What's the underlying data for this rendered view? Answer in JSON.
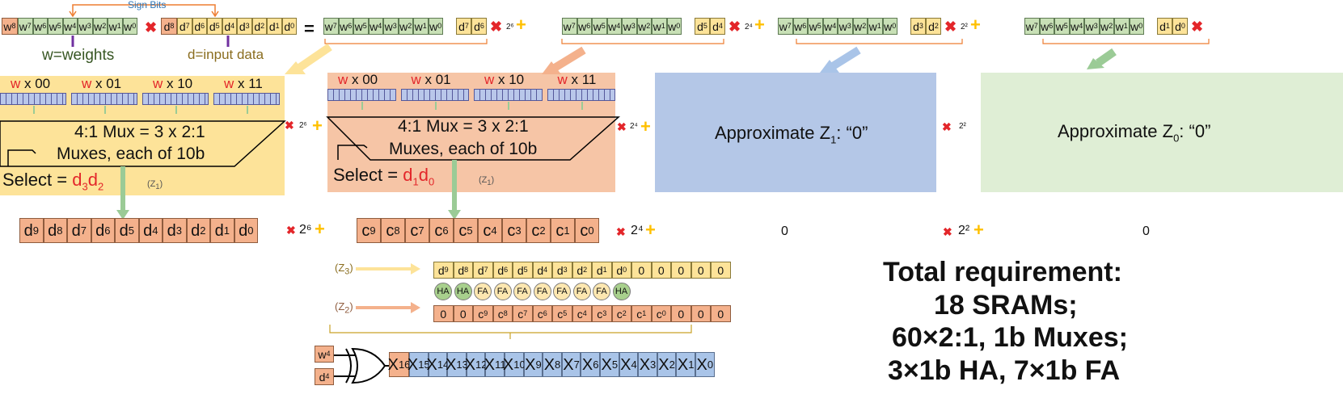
{
  "top": {
    "sign_bits": "Sign Bits",
    "w_label": "w=weights",
    "d_label": "d=input data",
    "equals": "=",
    "w_bits": [
      "w8",
      "w7",
      "w6",
      "w5",
      "w4",
      "w3",
      "w2",
      "w1",
      "w0"
    ],
    "d_bits": [
      "d8",
      "d7",
      "d6",
      "d5",
      "d4",
      "d3",
      "d2",
      "d1",
      "d0"
    ],
    "terms": [
      {
        "d": [
          "d7",
          "d6"
        ],
        "pow": "2⁶"
      },
      {
        "d": [
          "d5",
          "d4"
        ],
        "pow": "2⁴"
      },
      {
        "d": [
          "d3",
          "d2"
        ],
        "pow": "2²"
      },
      {
        "d": [
          "d1",
          "d0"
        ],
        "pow": ""
      }
    ]
  },
  "panels": {
    "mux_labels": [
      "x 00",
      "x 01",
      "x 10",
      "x 11"
    ],
    "mux_w": "w",
    "mux_text_line1": "4:1 Mux = 3 x 2:1",
    "mux_text_line2": "Muxes, each of 10b",
    "select_prefix": "Select = ",
    "p1_select": "d3d2",
    "p2_select": "d1d0",
    "p1_z": "(Z1)",
    "p2_z": "(Z1)",
    "approx_z1": "Approximate Z1: “0”",
    "approx_z0": "Approximate Z0: “0”",
    "pow_p1": "2⁶",
    "pow_p2": "2⁴",
    "pow_p3": "2²"
  },
  "outputs": {
    "d_row": [
      "d9",
      "d8",
      "d7",
      "d6",
      "d5",
      "d4",
      "d3",
      "d2",
      "d1",
      "d0"
    ],
    "c_row": [
      "c9",
      "c8",
      "c7",
      "c6",
      "c5",
      "c4",
      "c3",
      "c2",
      "c1",
      "c0"
    ],
    "pow1": "2⁶",
    "pow2": "2⁴",
    "pow3": "2²",
    "zero1": "0",
    "zero2": "0"
  },
  "adder": {
    "z3_label": "(Z3)",
    "z2_label": "(Z2)",
    "row_y": [
      "d9",
      "d8",
      "d7",
      "d6",
      "d5",
      "d4",
      "d3",
      "d2",
      "d1",
      "d0",
      "0",
      "0",
      "0",
      "0",
      "0"
    ],
    "row_o": [
      "0",
      "0",
      "c9",
      "c8",
      "c7",
      "c6",
      "c5",
      "c4",
      "c3",
      "c2",
      "c1",
      "c0",
      "0",
      "0",
      "0"
    ],
    "adders": [
      "HA",
      "HA",
      "FA",
      "FA",
      "FA",
      "FA",
      "FA",
      "FA",
      "FA",
      "HA"
    ],
    "xor_in": [
      "w4",
      "d4"
    ],
    "result": [
      "X16",
      "X15",
      "X14",
      "X13",
      "X12",
      "X11",
      "X10",
      "X9",
      "X8",
      "X7",
      "X6",
      "X5",
      "X4",
      "X3",
      "X2",
      "X1",
      "X0"
    ]
  },
  "total": {
    "line1": "Total requirement:",
    "line2": "18 SRAMs;",
    "line3": "60×2:1, 1b Muxes;",
    "line4": "3×1b HA, 7×1b FA"
  },
  "colors": {
    "green": "#c8e0b6",
    "yellow": "#fde399",
    "orange": "#f4b18c",
    "blue": "#a9c4e8",
    "red": "#e3262a",
    "plus": "#ffc000"
  }
}
